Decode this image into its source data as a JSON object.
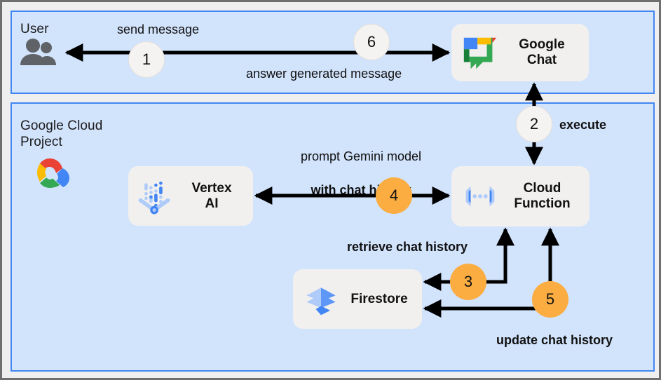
{
  "zones": [
    {
      "id": "user",
      "label": "User"
    },
    {
      "id": "gcp",
      "label": "Google Cloud\nProject"
    }
  ],
  "cards": [
    {
      "id": "chat",
      "title": "Google\nChat",
      "icon": "google-chat-icon"
    },
    {
      "id": "vertex",
      "title": "Vertex\nAI",
      "icon": "vertex-ai-icon"
    },
    {
      "id": "func",
      "title": "Cloud\nFunction",
      "icon": "cloud-function-icon"
    },
    {
      "id": "fire",
      "title": "Firestore",
      "icon": "firestore-icon"
    }
  ],
  "badges": [
    {
      "id": "1",
      "label": "1",
      "style": "grey"
    },
    {
      "id": "2",
      "label": "2",
      "style": "grey"
    },
    {
      "id": "3",
      "label": "3",
      "style": "orange"
    },
    {
      "id": "4",
      "label": "4",
      "style": "orange"
    },
    {
      "id": "5",
      "label": "5",
      "style": "orange"
    },
    {
      "id": "6",
      "label": "6",
      "style": "grey"
    }
  ],
  "flow_labels": {
    "send": "send message",
    "answer": "answer generated message",
    "execute": "execute",
    "prompt_line1": "prompt Gemini model",
    "prompt_line2": "with chat history",
    "retrieve": "retrieve chat history",
    "update": "update chat history"
  },
  "icons": {
    "user": "users-icon",
    "google_cloud": "google-cloud-logo"
  },
  "colors": {
    "zone_fill": "#d2e3fc",
    "zone_border": "#4285f4",
    "page_bg": "#efefef",
    "outer_border": "#6f6f6f",
    "card_fill": "#f1f0ee",
    "badge_orange": "#fbad41",
    "badge_grey": "#f4f3f1",
    "arrow": "#000000",
    "google_blue": "#4285f4",
    "google_red": "#ea4335",
    "google_yellow": "#fbbc04",
    "google_green": "#34a853",
    "chat_green_dark": "#188038"
  }
}
